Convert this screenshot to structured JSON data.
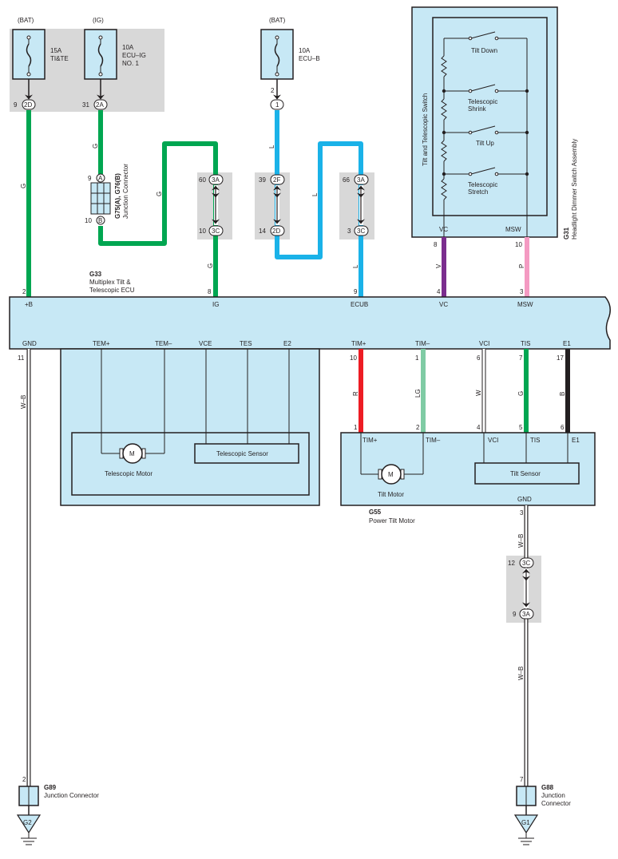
{
  "power_sources": {
    "bat1": "(BAT)",
    "ig": "(IG)",
    "bat2": "(BAT)",
    "fuse1_amp": "15A",
    "fuse1_name": "TI&TE",
    "fuse2_amp": "10A",
    "fuse2_name1": "ECU–IG",
    "fuse2_name2": "NO. 1",
    "fuse3_amp": "10A",
    "fuse3_name": "ECU–B"
  },
  "connectors": {
    "c2d": "2D",
    "c2a": "2A",
    "c1": "1",
    "c2f": "2F",
    "c3a": "3A",
    "c3c": "3C",
    "jA": "A",
    "jB": "B",
    "g2": "G2",
    "g1": "G1"
  },
  "pins": {
    "p9": "9",
    "p31": "31",
    "p2": "2",
    "p60": "60",
    "p10": "10",
    "p39": "39",
    "p14": "14",
    "p66": "66",
    "p3": "3",
    "p8": "8",
    "p4": "4",
    "p11": "11",
    "p1": "1",
    "p6": "6",
    "p7": "7",
    "p17": "17",
    "p5": "5",
    "p12": "12"
  },
  "wire_colors": {
    "G": "G",
    "L": "L",
    "V": "V",
    "P": "P",
    "WB": "W–B",
    "R": "R",
    "LG": "LG",
    "W": "W",
    "B": "B"
  },
  "components": {
    "jc_id": "G75(A), G76(B)",
    "jc_name": "Junction Connector",
    "ecu_id": "G33",
    "ecu_name1": "Multiplex Tilt &",
    "ecu_name2": "Telescopic ECU",
    "hd_id": "G31",
    "hd_name": "Headlight Dimmer Switch Assembly",
    "sw_name": "Tilt and Telescopic Switch",
    "tilt_down": "Tilt Down",
    "tele_shrink1": "Telescopic",
    "tele_shrink2": "Shrink",
    "tilt_up": "Tilt Up",
    "tele_stretch1": "Telescopic",
    "tele_stretch2": "Stretch",
    "tele_motor": "Telescopic Motor",
    "tele_sensor": "Telescopic Sensor",
    "tilt_motor": "Tilt Motor",
    "tilt_sensor": "Tilt Sensor",
    "motor_symbol": "M",
    "ptm_id": "G55",
    "ptm_name": "Power Tilt Motor",
    "g89_id": "G89",
    "g89_name": "Junction Connector",
    "g88_id": "G88",
    "g88_name1": "Junction",
    "g88_name2": "Connector"
  },
  "terminals": {
    "plus_b": "+B",
    "ig": "IG",
    "ecub": "ECUB",
    "vc": "VC",
    "msw": "MSW",
    "gnd": "GND",
    "tem_p": "TEM+",
    "tem_m": "TEM–",
    "vce": "VCE",
    "tes": "TES",
    "e2": "E2",
    "tim_p": "TIM+",
    "tim_m": "TIM–",
    "vci": "VCI",
    "tis": "TIS",
    "e1": "E1"
  },
  "colors": {
    "green": "#00a651",
    "blue": "#1ab2e8",
    "purple": "#7b2d8e",
    "pink": "#f49ac2",
    "red": "#ed1c24",
    "light_green": "#7fcba4",
    "black": "#231f20",
    "component_fill": "#c7e8f5",
    "shade": "#d8d8d8"
  },
  "icons": [
    "fuse-icon",
    "motor-icon",
    "ground-icon",
    "switch-icon",
    "resistor-icon",
    "arrow-icon"
  ]
}
